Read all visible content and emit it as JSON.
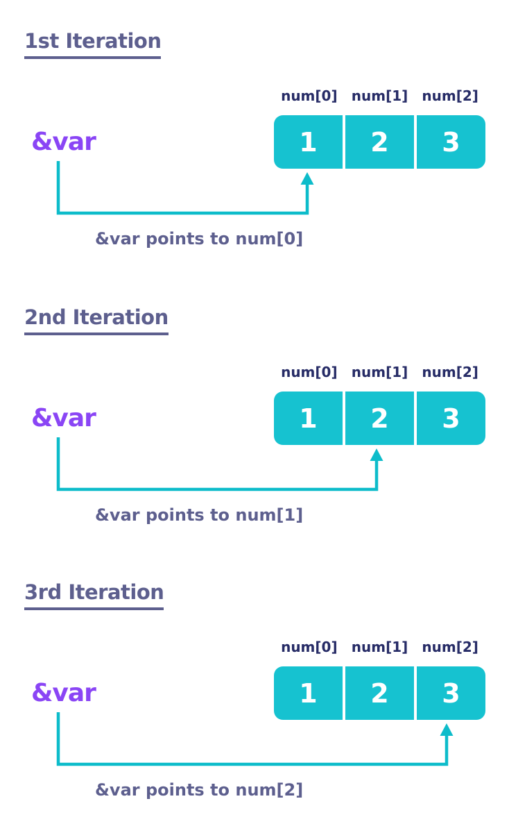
{
  "colors": {
    "heading": "#5d5f8e",
    "label": "#262b66",
    "pointer": "#8a45f5",
    "cell": "#16c2d0",
    "cell_shadow": "#18929f",
    "arrow": "#0dbcca",
    "cell_text": "#ffffff",
    "background": "#ffffff"
  },
  "array": {
    "labels": [
      "num[0]",
      "num[1]",
      "num[2]"
    ],
    "values": [
      "1",
      "2",
      "3"
    ]
  },
  "sections": [
    {
      "heading": "1st Iteration",
      "pointer": "&var",
      "caption": "&var points to num[0]",
      "target_index": "num[0]"
    },
    {
      "heading": "2nd Iteration",
      "pointer": "&var",
      "caption": "&var points to num[1]",
      "target_index": "num[1]"
    },
    {
      "heading": "3rd Iteration",
      "pointer": "&var",
      "caption": "&var points to num[2]",
      "target_index": "num[2]"
    }
  ]
}
